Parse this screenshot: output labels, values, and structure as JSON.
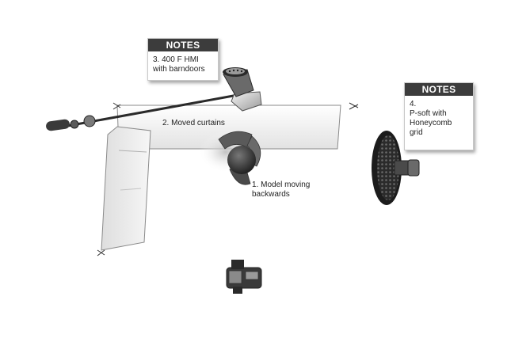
{
  "notes": [
    {
      "header": "NOTES",
      "lines": [
        "3. 400 F HMI",
        "with barndoors"
      ]
    },
    {
      "header": "NOTES",
      "lines": [
        "4.",
        "P-soft with",
        "Honeycomb",
        "grid"
      ]
    }
  ],
  "labels": {
    "curtains": "2. Moved curtains",
    "model_line1": "1. Model moving",
    "model_line2": "backwards"
  },
  "colors": {
    "note_header": "#3c3c3c",
    "curtain_fill": "#f0f0f0",
    "light_dark": "#2a2a2a"
  },
  "icons": [
    "hmi-light-icon",
    "boom-arm-icon",
    "model-icon",
    "beauty-dish-icon",
    "camera-icon",
    "curtain-icon"
  ]
}
